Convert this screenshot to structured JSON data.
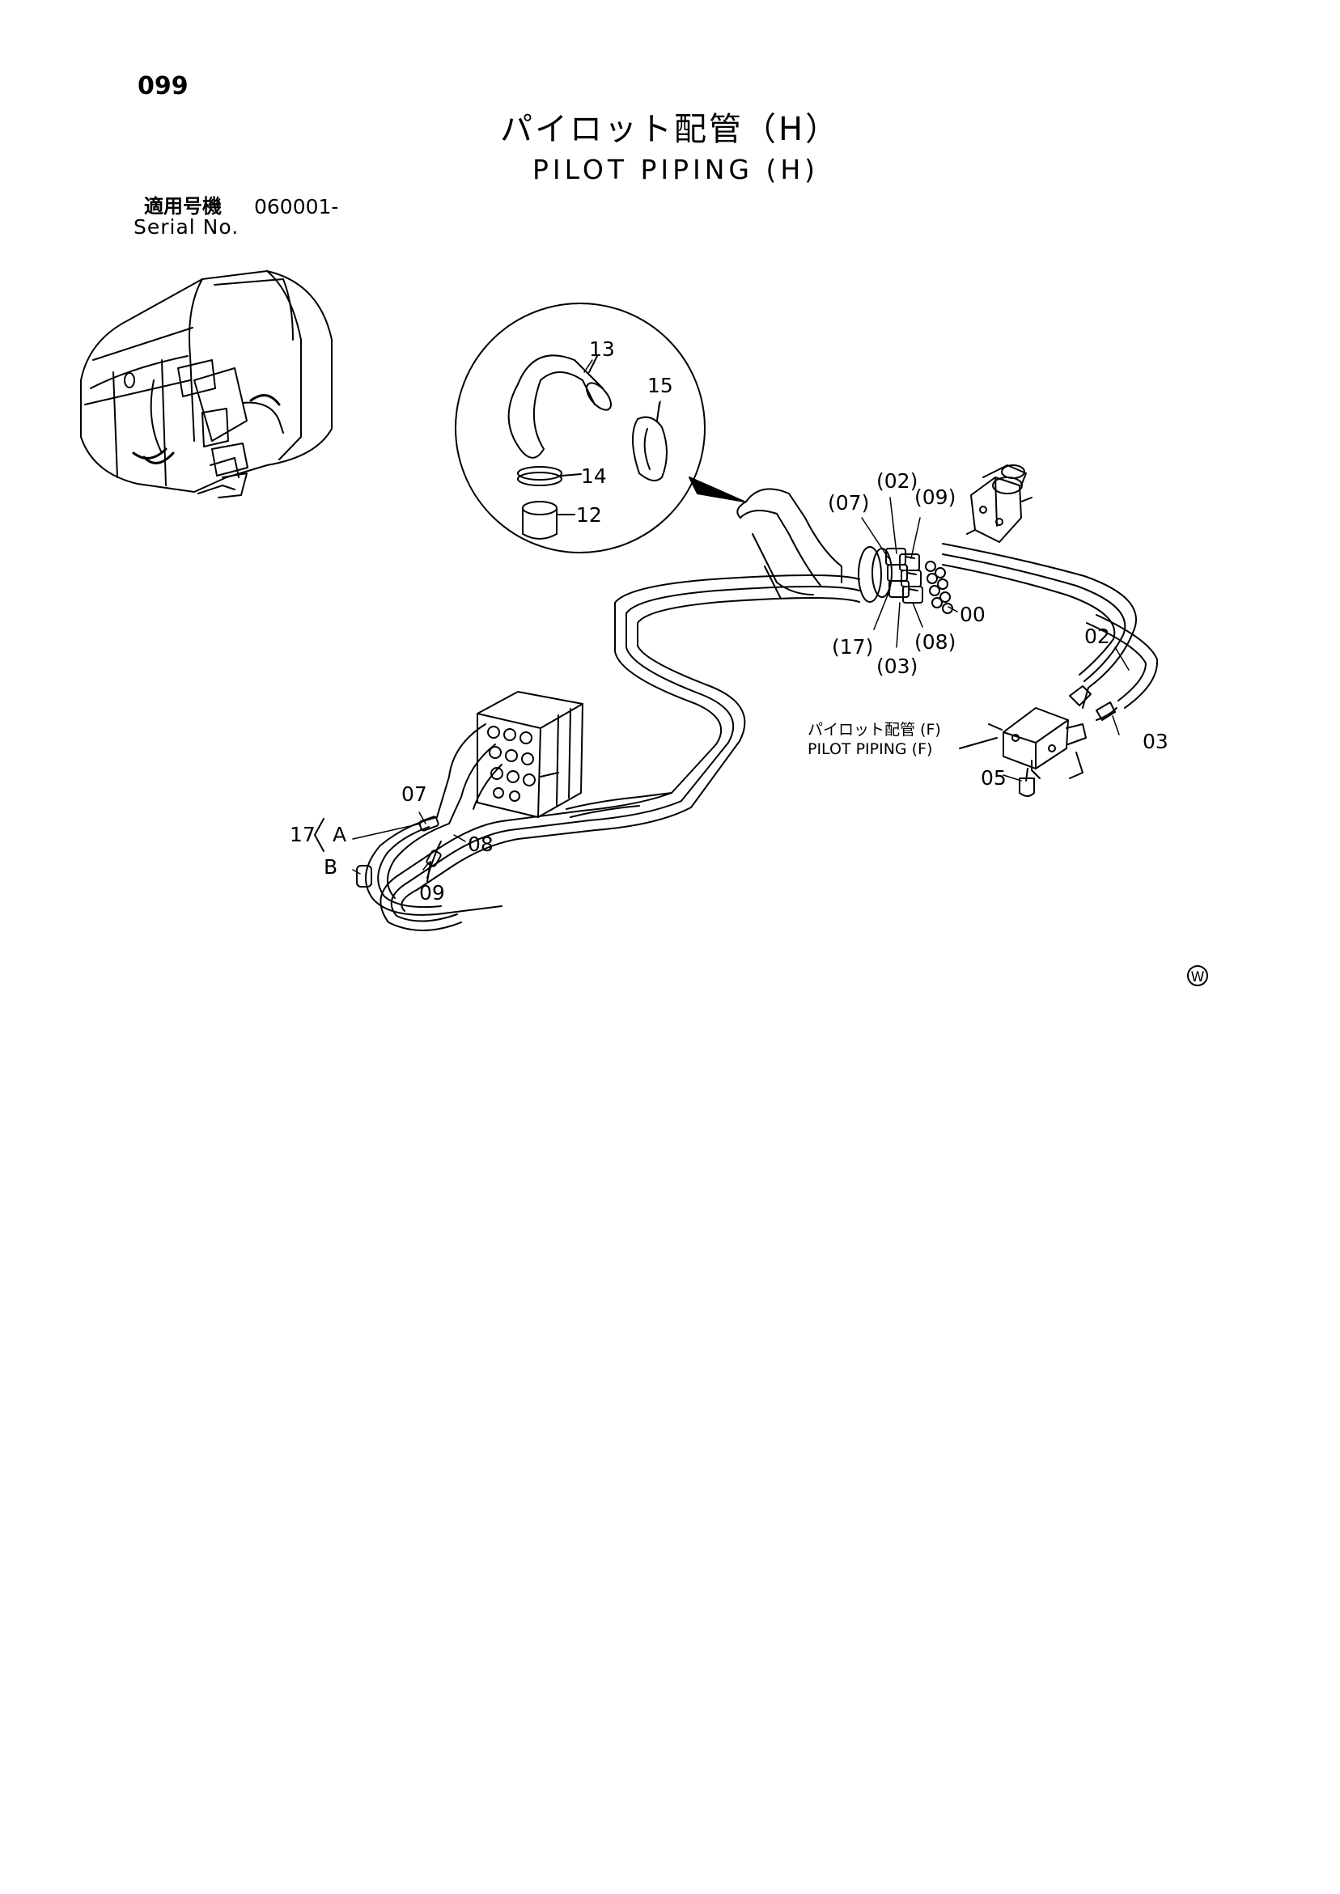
{
  "page": {
    "number": "099"
  },
  "title": {
    "japanese": "パイロット配管（H）",
    "english": "PILOT PIPING (H)"
  },
  "serial": {
    "label_jp": "適用号機",
    "value": "060001-",
    "label_en": "Serial No."
  },
  "callouts": {
    "c13": "13",
    "c15": "15",
    "c14": "14",
    "c12": "12",
    "p07": "(07)",
    "p02": "(02)",
    "p09": "(09)",
    "c00": "00",
    "p17": "(17)",
    "p03": "(03)",
    "p08": "(08)",
    "c02": "02",
    "c03": "03",
    "c05": "05",
    "c07": "07",
    "c08": "08",
    "c09": "09",
    "c17": "17",
    "a": "A",
    "b": "B"
  },
  "reference": {
    "jp": "パイロット配管 (F)",
    "en": "PILOT PIPING (F)"
  },
  "mark": "W"
}
